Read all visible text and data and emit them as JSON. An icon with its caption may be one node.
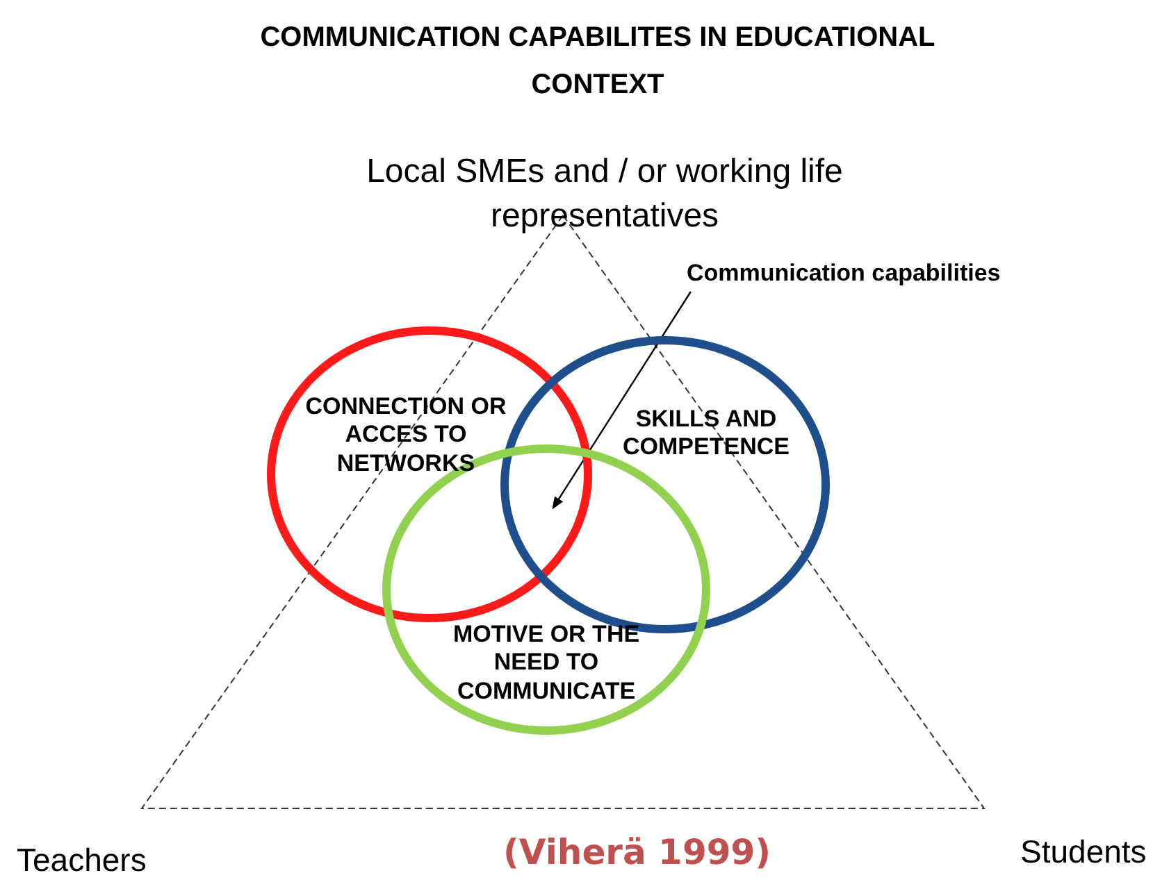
{
  "diagram": {
    "title": "COMMUNICATION CAPABILITES IN EDUCATIONAL CONTEXT",
    "nodes": [
      {
        "text": [
          "CONNECTION OR ACCES TO NETWORKS"
        ]
      },
      {
        "text": [
          "SKILLS AND COMPETENCE"
        ]
      },
      {
        "text": [
          "MOTIVE OR THE NEED TO COMMUNICATE"
        ]
      },
      {
        "text": [
          "Communication capabilities"
        ]
      }
    ],
    "edges": [
      {
        "from": 3,
        "to": 2,
        "arrow": "to"
      }
    ],
    "labels": [
      "Local SMEs and / or working life representatives",
      "Teachers",
      "(Viherä 1999)",
      "Students"
    ]
  }
}
